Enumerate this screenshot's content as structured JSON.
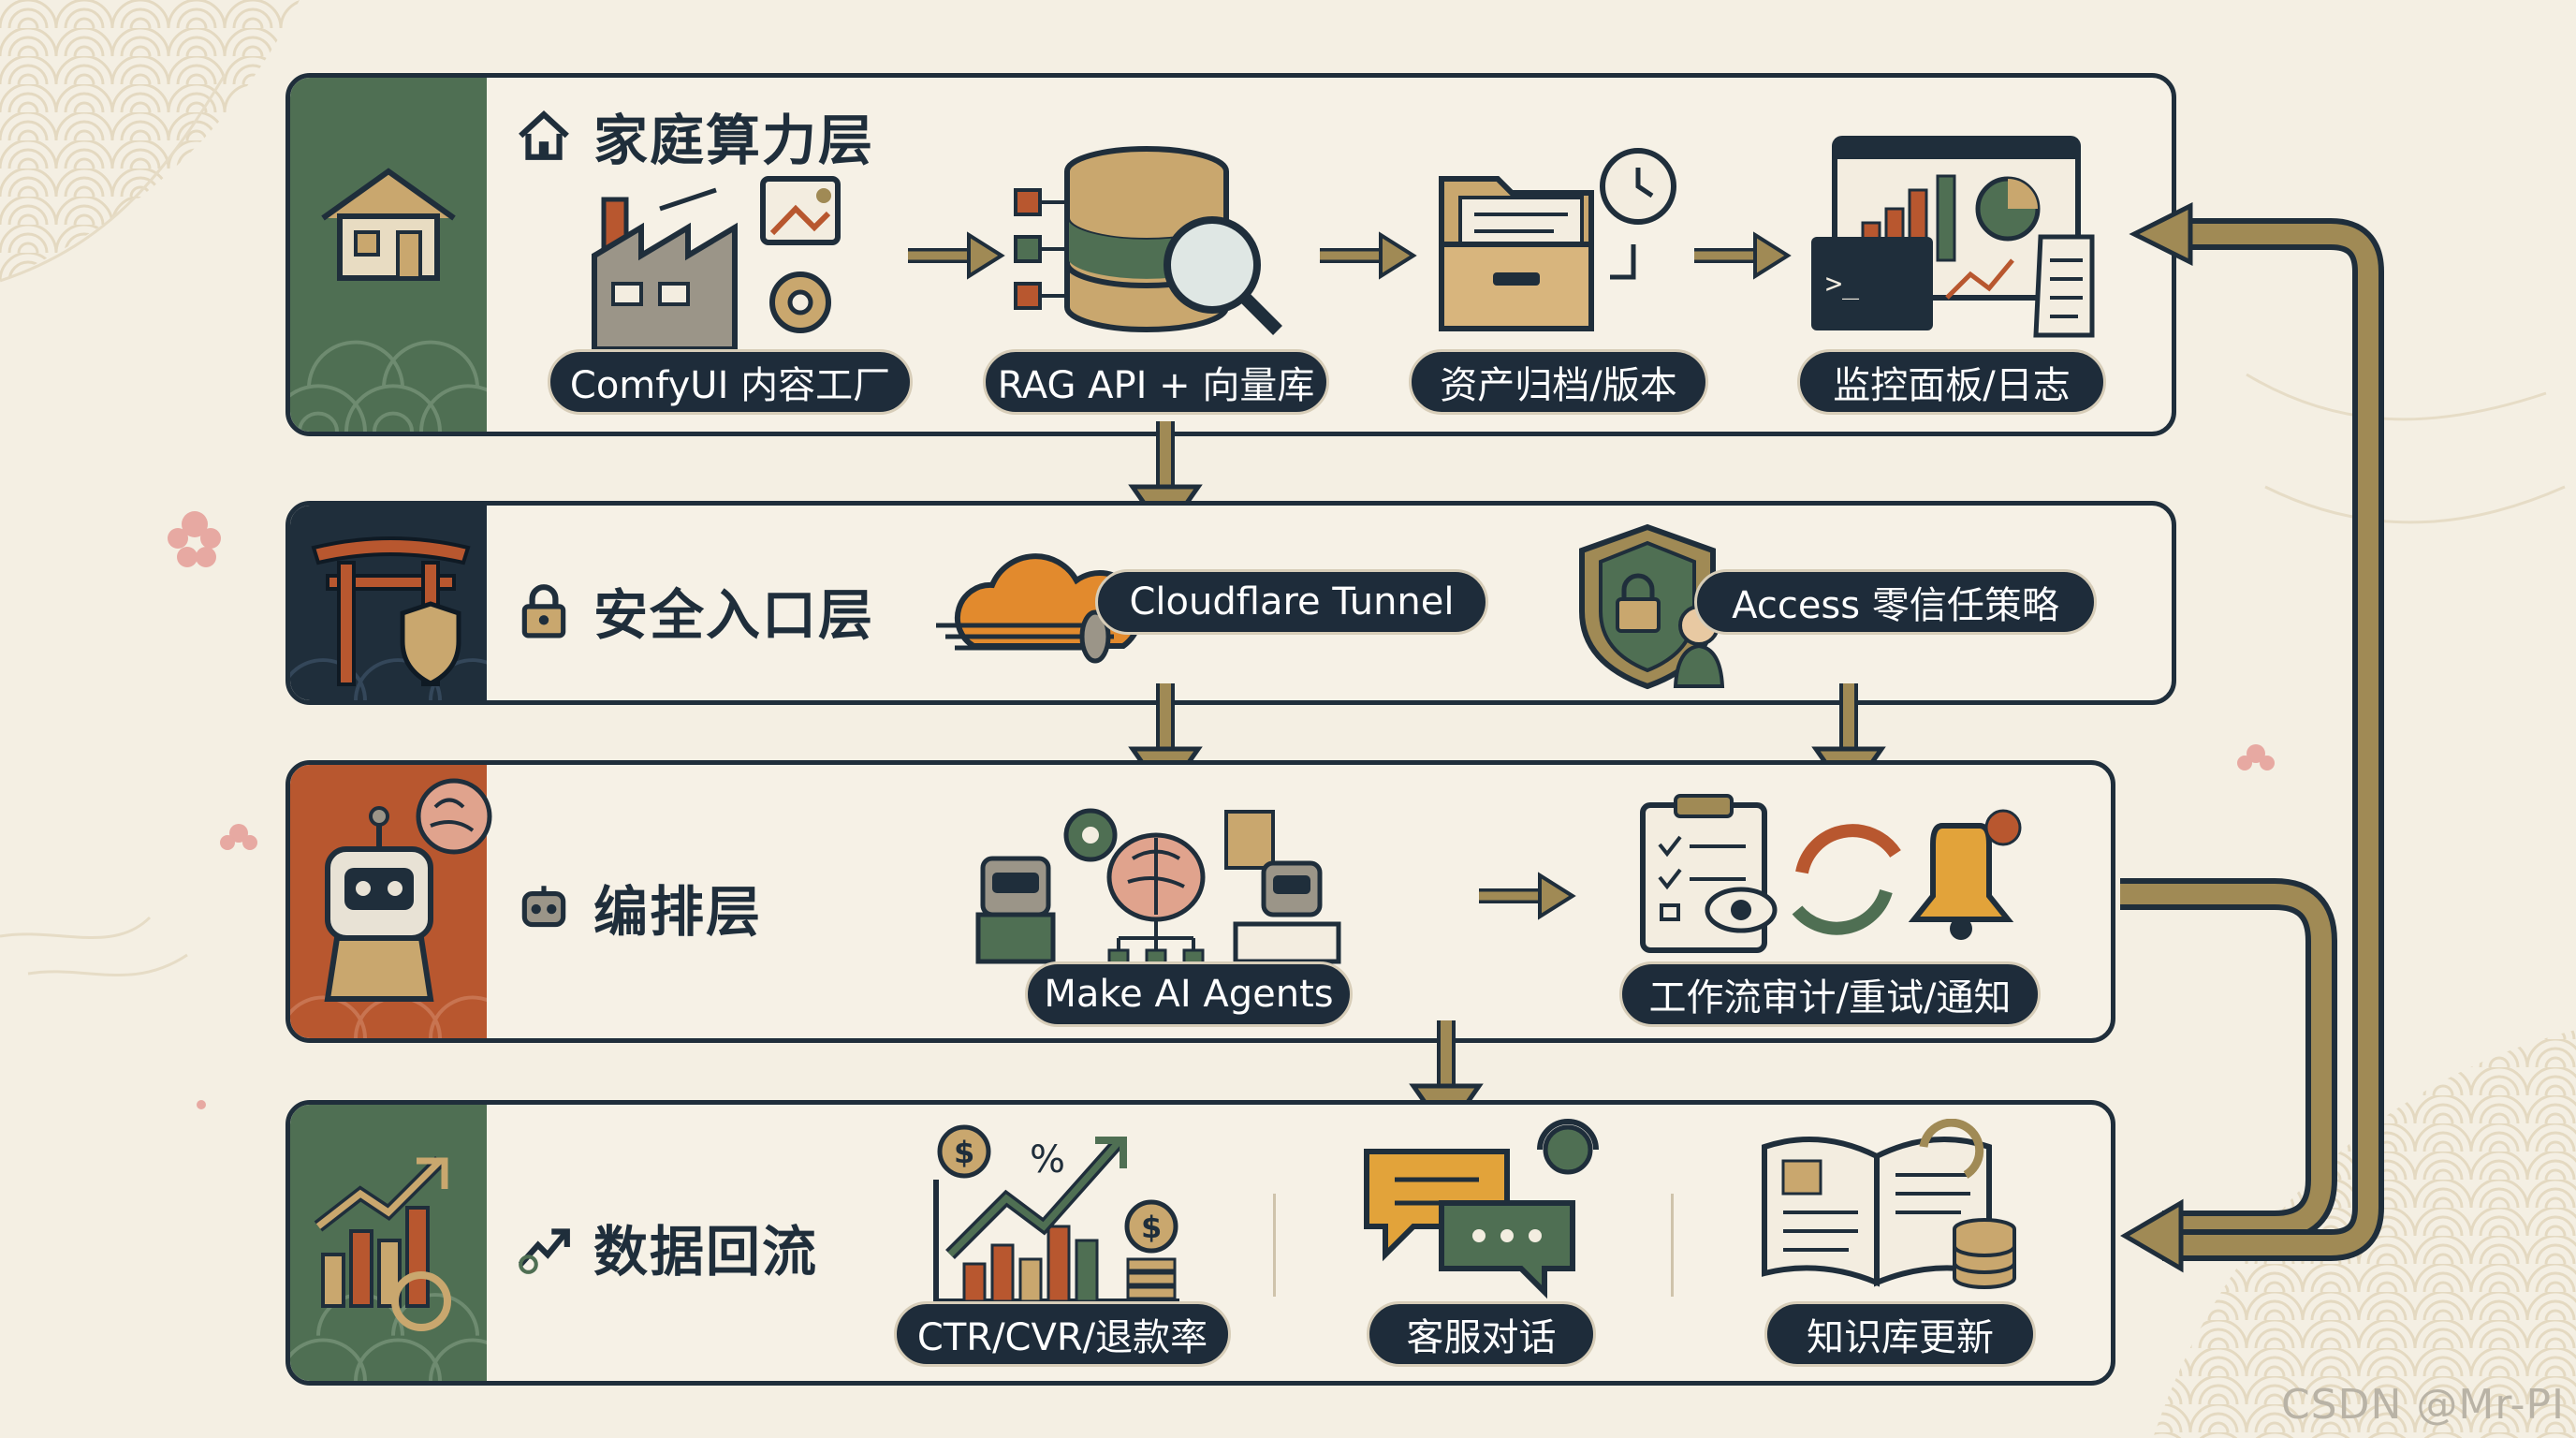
{
  "colors": {
    "navy": "#1f2e3b",
    "green": "#4f6f53",
    "terracotta": "#b8572f",
    "gold": "#a08a55",
    "cream": "#f6f1e6"
  },
  "layers": {
    "home": {
      "title": "家庭算力层",
      "icon": "house-icon",
      "nodes": [
        {
          "label": "ComfyUI 内容工厂",
          "icon": "factory-icon"
        },
        {
          "label": "RAG API + 向量库",
          "icon": "database-search-icon"
        },
        {
          "label": "资产归档/版本",
          "icon": "folder-archive-icon"
        },
        {
          "label": "监控面板/日志",
          "icon": "dashboard-icon"
        }
      ]
    },
    "security": {
      "title": "安全入口层",
      "icon": "lock-icon",
      "nodes": [
        {
          "label": "Cloudflare Tunnel",
          "icon": "cloud-tunnel-icon"
        },
        {
          "label": "Access 零信任策略",
          "icon": "shield-guard-icon"
        }
      ]
    },
    "orchestration": {
      "title": "编排层",
      "icon": "robot-icon",
      "nodes": [
        {
          "label": "Make AI Agents",
          "icon": "agents-brain-icon"
        },
        {
          "label": "工作流审计/重试/通知",
          "icon": "audit-retry-bell-icon"
        }
      ]
    },
    "feedback": {
      "title": "数据回流",
      "icon": "trend-icon",
      "nodes": [
        {
          "label": "CTR/CVR/退款率",
          "icon": "growth-chart-icon"
        },
        {
          "label": "客服对话",
          "icon": "chat-support-icon"
        },
        {
          "label": "知识库更新",
          "icon": "knowledge-book-icon"
        }
      ]
    }
  },
  "watermark": "CSDN @Mr-PI"
}
